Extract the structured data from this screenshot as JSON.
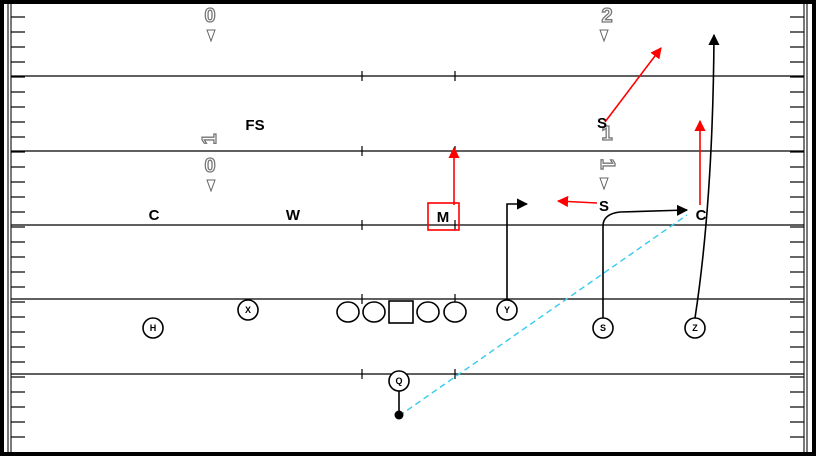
{
  "yard_numbers": {
    "left_top": "0",
    "right_top": "2",
    "left_mid": "1",
    "right_mid": "1",
    "left_low": "0",
    "right_low": "1"
  },
  "defense": {
    "free_safety": "FS",
    "left_corner": "C",
    "will": "W",
    "mike": "M",
    "strong_safety_deep": "S",
    "strong_safety_box": "S",
    "right_corner": "C"
  },
  "offense": {
    "h_back": "H",
    "x_receiver": "X",
    "y_receiver": "Y",
    "slot": "S",
    "z_receiver": "Z",
    "quarterback": "Q"
  },
  "colors": {
    "offense_route": "#000000",
    "defense_move": "#ff0000",
    "pass_line": "#33ccee",
    "mike_box": "#ff0000",
    "border": "#000000"
  }
}
